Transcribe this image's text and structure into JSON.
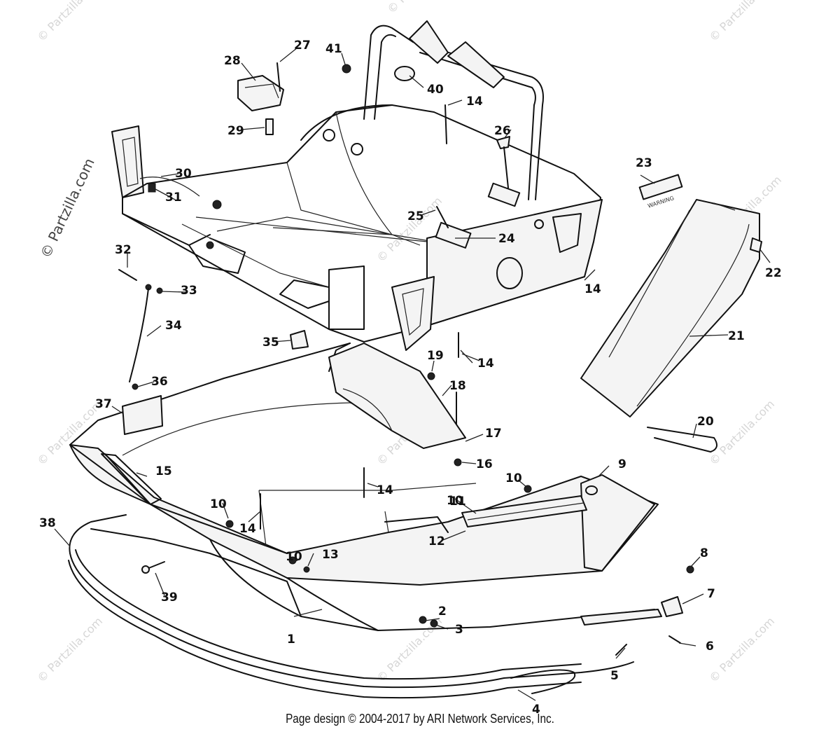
{
  "watermark_text": "© Partzilla.com",
  "side_watermark_text": "© Partzilla.com",
  "footer_text": "Page design © 2004-2017 by ARI Network Services, Inc.",
  "decal_text": "WARNING",
  "callouts": [
    "1",
    "2",
    "3",
    "4",
    "5",
    "6",
    "7",
    "8",
    "9",
    "10",
    "10",
    "10",
    "10",
    "11",
    "12",
    "13",
    "14",
    "14",
    "14",
    "14",
    "14",
    "14",
    "15",
    "16",
    "17",
    "18",
    "19",
    "20",
    "21",
    "22",
    "23",
    "24",
    "25",
    "26",
    "27",
    "28",
    "29",
    "30",
    "31",
    "32",
    "33",
    "34",
    "35",
    "36",
    "37",
    "38",
    "39",
    "40",
    "41"
  ]
}
